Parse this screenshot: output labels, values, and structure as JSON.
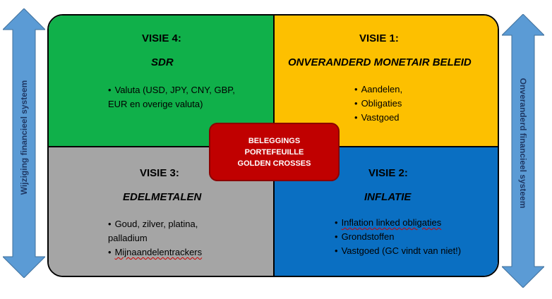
{
  "left_axis": {
    "label": "Wijziging financieel systeem",
    "icon": "double-arrow-vertical-icon",
    "color": "#5b9bd5"
  },
  "right_axis": {
    "label": "Onveranderd financieel systeem",
    "icon": "double-arrow-vertical-icon",
    "color": "#5b9bd5"
  },
  "quadrants": {
    "q4": {
      "title": "VISIE 4:",
      "subtitle": "SDR",
      "items": [
        "Valuta (USD, JPY, CNY, GBP, EUR en overige valuta)"
      ],
      "color": "#10b04a"
    },
    "q1": {
      "title": "VISIE 1:",
      "subtitle": "ONVERANDERD MONETAIR BELEID",
      "items": [
        "Aandelen,",
        "Obligaties",
        "Vastgoed"
      ],
      "color": "#fdc000"
    },
    "q3": {
      "title": "VISIE 3:",
      "subtitle": "EDELMETALEN",
      "items": [
        "Goud, zilver, platina, palladium",
        "Mijnaandelentrackers"
      ],
      "color": "#a5a5a5"
    },
    "q2": {
      "title": "VISIE 2:",
      "subtitle": "INFLATIE",
      "items": [
        "Inflation linked obligaties",
        "Grondstoffen",
        "Vastgoed (GC vindt van niet!)"
      ],
      "color": "#0a6fc2"
    }
  },
  "center": {
    "lines": [
      "BELEGGINGS",
      "PORTEFEUILLE",
      "GOLDEN CROSSES"
    ],
    "color": "#c00000"
  }
}
